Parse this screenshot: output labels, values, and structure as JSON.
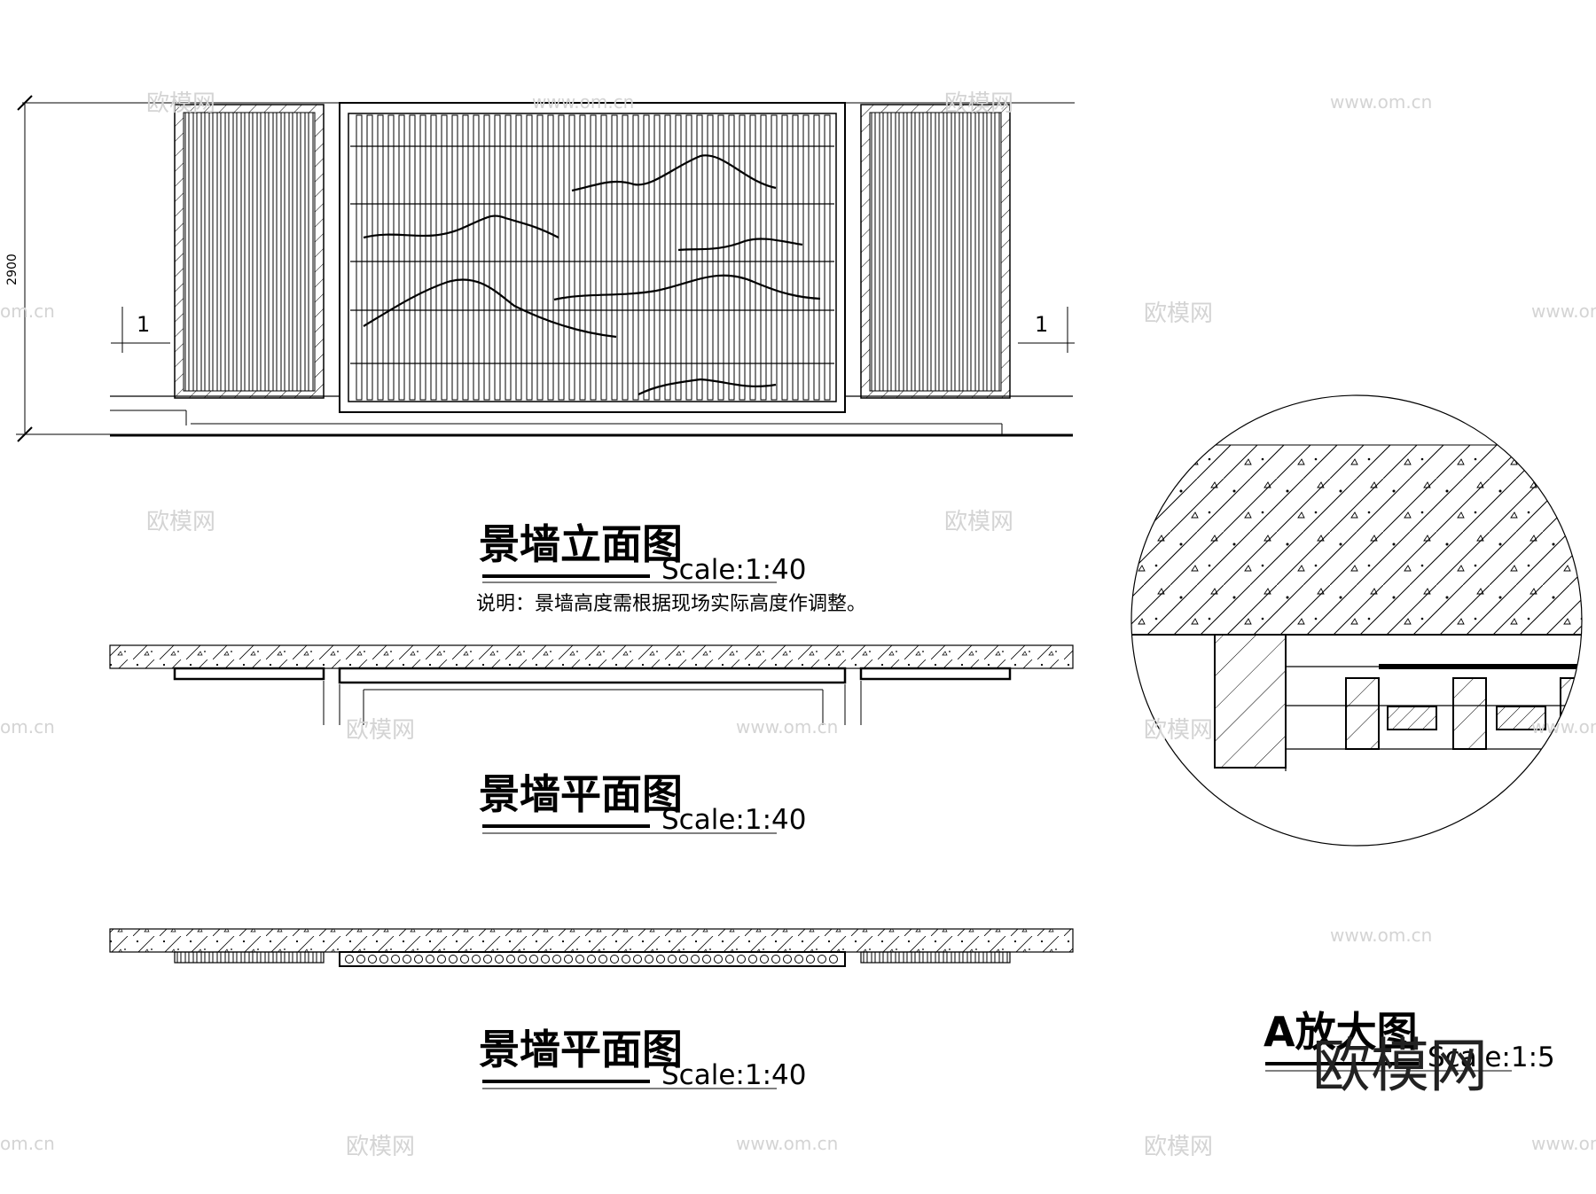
{
  "elevation": {
    "title": "景墙立面图",
    "scale": "Scale:1:40",
    "note": "说明：景墙高度需根据现场实际高度作调整。",
    "dimension_height": "2900",
    "section_marker": "1"
  },
  "plan_1": {
    "title": "景墙平面图",
    "scale": "Scale:1:40"
  },
  "plan_2": {
    "title": "景墙平面图",
    "scale": "Scale:1:40"
  },
  "detail": {
    "title": "A放大图",
    "scale": "Scale:1:5"
  },
  "watermarks": {
    "brand": "欧模网",
    "url": "www.om.cn",
    "url_partial": "om.cn"
  }
}
